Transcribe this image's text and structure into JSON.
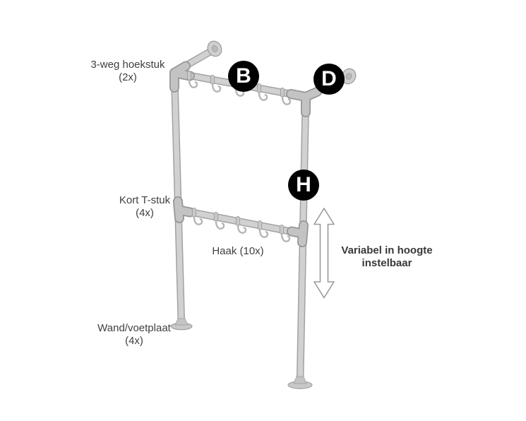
{
  "diagram": {
    "labels": {
      "corner_piece": {
        "name": "3-weg hoekstuk",
        "qty": "(2x)"
      },
      "t_piece": {
        "name": "Kort T-stuk",
        "qty": "(4x)"
      },
      "hook": {
        "name": "Haak (10x)"
      },
      "base_plate": {
        "name": "Wand/voetplaat",
        "qty": "(4x)"
      },
      "height_note": {
        "line1": "Variabel in hoogte",
        "line2": "instelbaar"
      }
    },
    "markers": [
      {
        "letter": "B"
      },
      {
        "letter": "D"
      },
      {
        "letter": "H"
      }
    ],
    "colors": {
      "background": "#ffffff",
      "pipe_fill": "#d1d1d1",
      "pipe_edge": "#a2a2a2",
      "joint_fill": "#c3c3c3",
      "joint_edge": "#979797",
      "badge_background": "#000000",
      "badge_letter": "#ffffff",
      "label_text": "#3f3f3f",
      "arrow_outline": "#9a9a9a",
      "arrow_fill": "#ffffff"
    }
  }
}
